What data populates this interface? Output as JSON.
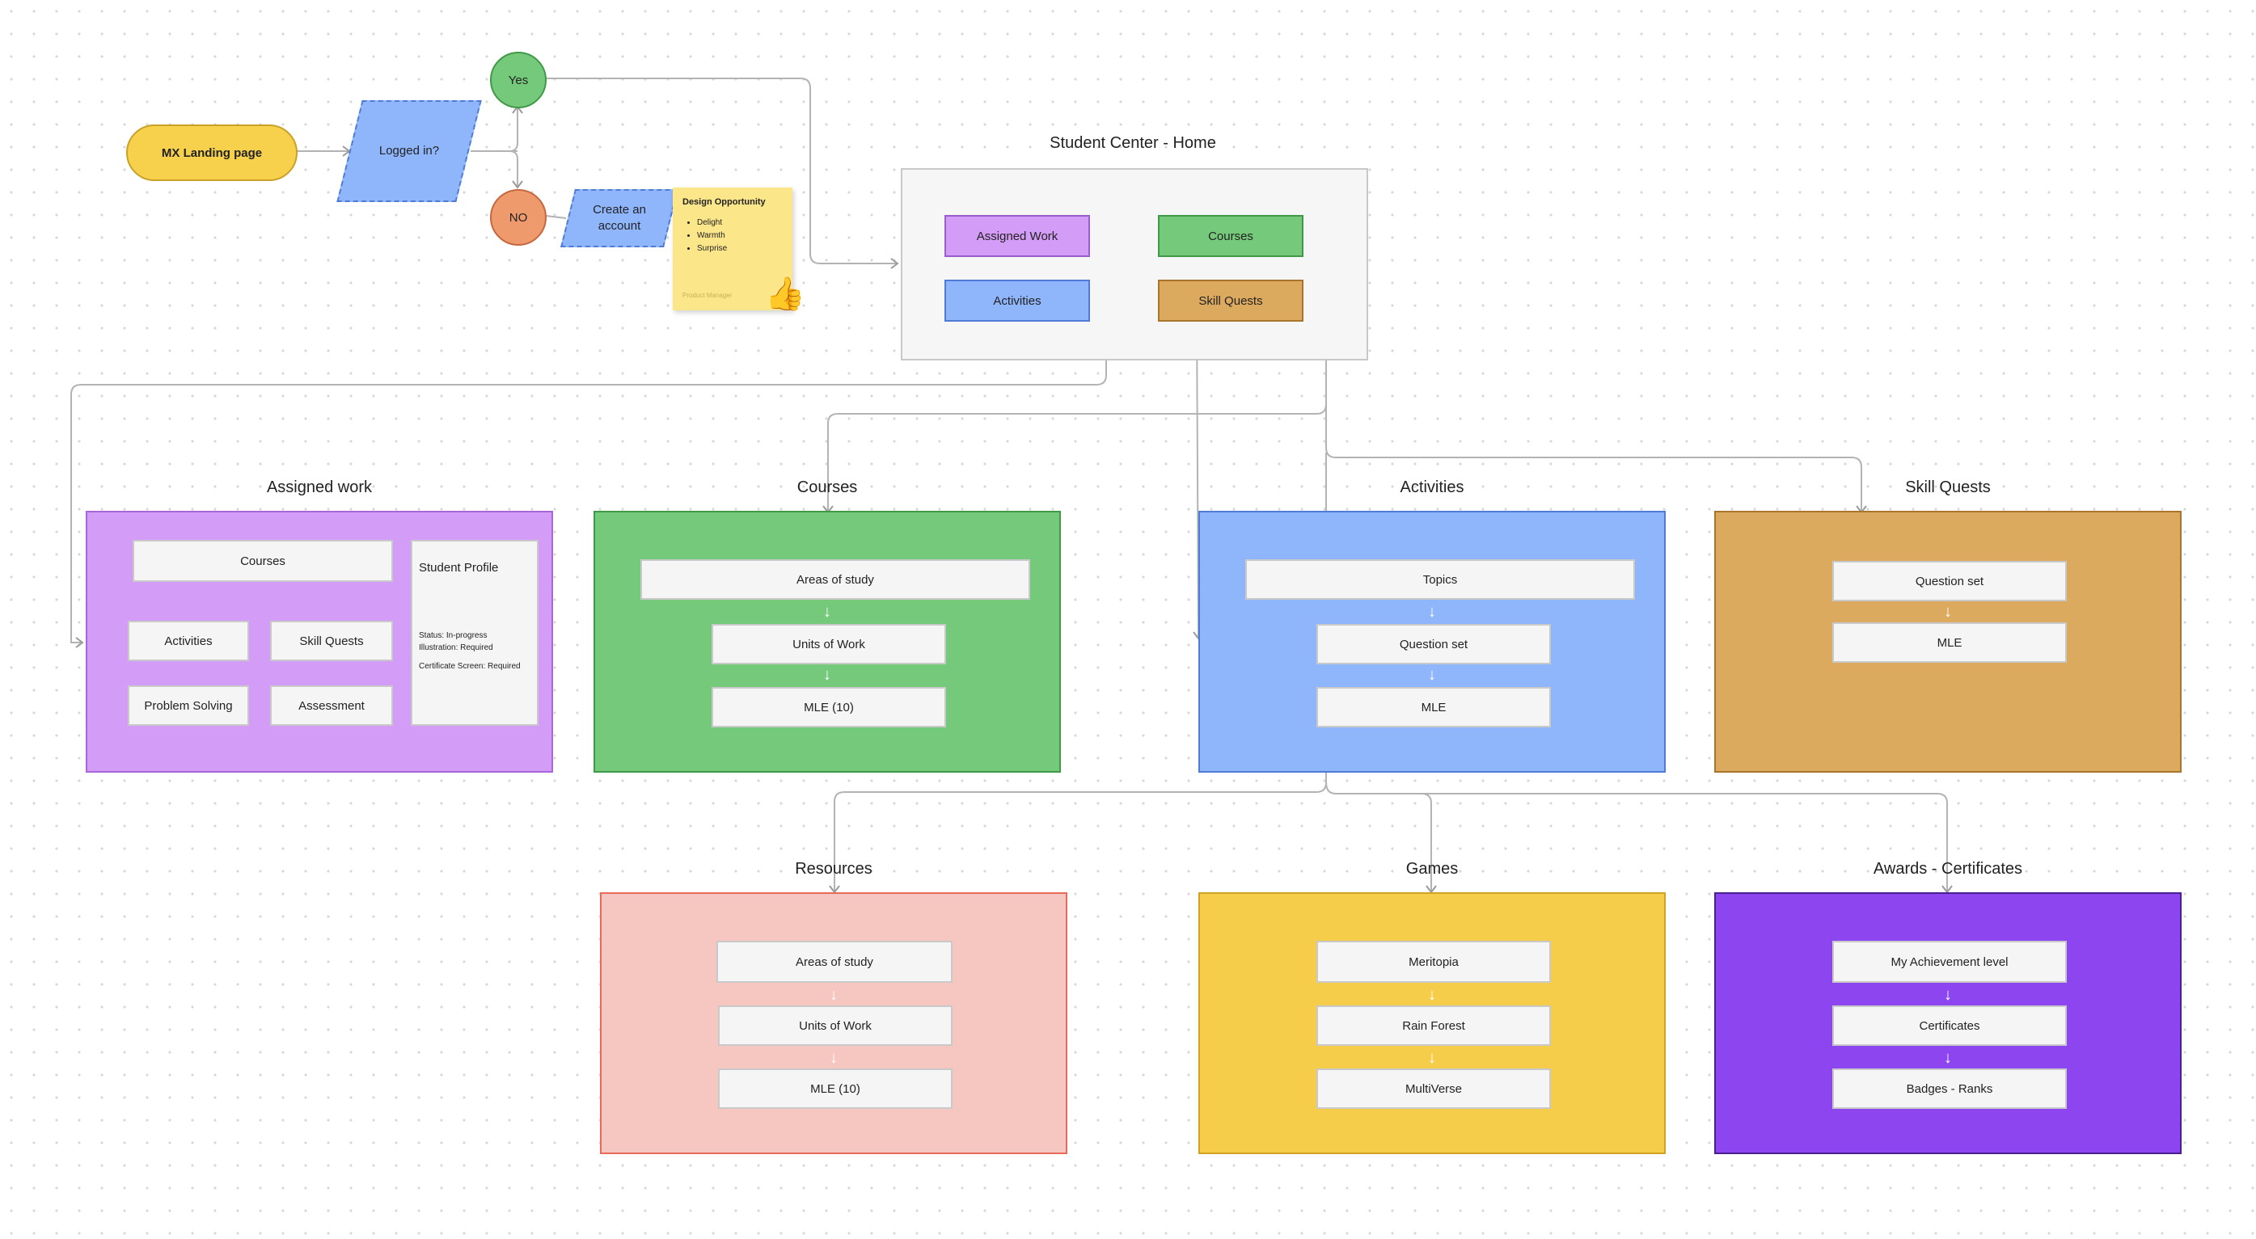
{
  "flow": {
    "landing": "MX Landing page",
    "logged_in": "Logged in?",
    "yes": "Yes",
    "no": "NO",
    "create_account": "Create an account"
  },
  "sticky": {
    "title": "Design Opportunity",
    "items": [
      "Delight",
      "Warmth",
      "Surprise"
    ],
    "author": "Product Manager"
  },
  "home": {
    "title": "Student Center - Home",
    "buttons": {
      "assigned_work": "Assigned Work",
      "courses": "Courses",
      "activities": "Activities",
      "skill_quests": "Skill Quests"
    }
  },
  "assigned_work": {
    "title": "Assigned work",
    "courses": "Courses",
    "activities": "Activities",
    "skill_quests": "Skill Quests",
    "problem_solving": "Problem Solving",
    "assessment": "Assessment",
    "profile": {
      "title": "Student Profile",
      "meta": [
        "Status: In-progress",
        "Illustration: Required"
      ],
      "certificate": "Certificate Screen: Required"
    }
  },
  "courses": {
    "title": "Courses",
    "steps": [
      "Areas of study",
      "Units of Work",
      "MLE (10)"
    ]
  },
  "activities": {
    "title": "Activities",
    "steps": [
      "Topics",
      "Question set",
      "MLE"
    ]
  },
  "skill_quests": {
    "title": "Skill Quests",
    "steps": [
      "Question set",
      "MLE"
    ]
  },
  "resources": {
    "title": "Resources",
    "steps": [
      "Areas of study",
      "Units of Work",
      "MLE (10)"
    ]
  },
  "games": {
    "title": "Games",
    "steps": [
      "Meritopia",
      "Rain Forest",
      "MultiVerse"
    ]
  },
  "awards": {
    "title": "Awards - Certificates",
    "steps": [
      "My Achievement level",
      "Certificates",
      "Badges - Ranks"
    ]
  },
  "colors": {
    "assigned_work": "#d39cf6",
    "courses": "#75c97a",
    "activities": "#8fb5fb",
    "skill_quests": "#dcaa5e",
    "resources": "#f6c6c0",
    "games": "#f5cd4b",
    "awards": "#8d45f0",
    "landing": "#f7d14c"
  },
  "icons": {
    "thumbs_up": "thumbs-up-icon",
    "arrow": "arrow-down-icon"
  }
}
